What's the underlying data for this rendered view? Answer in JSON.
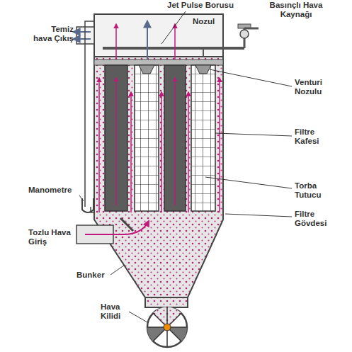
{
  "diagram": {
    "labels": [
      "Jet Pulse Borusu",
      "Basınçlı Hava Kaynağı",
      "Temiz hava Çıkış",
      "Nozul",
      "Venturi Nozulu",
      "Filtre Kafesi",
      "Torba Tutucu",
      "Manometre",
      "Filtre Gövdesi",
      "Tozlu Hava Giriş",
      "Bunker",
      "Hava Kilidi"
    ]
  }
}
